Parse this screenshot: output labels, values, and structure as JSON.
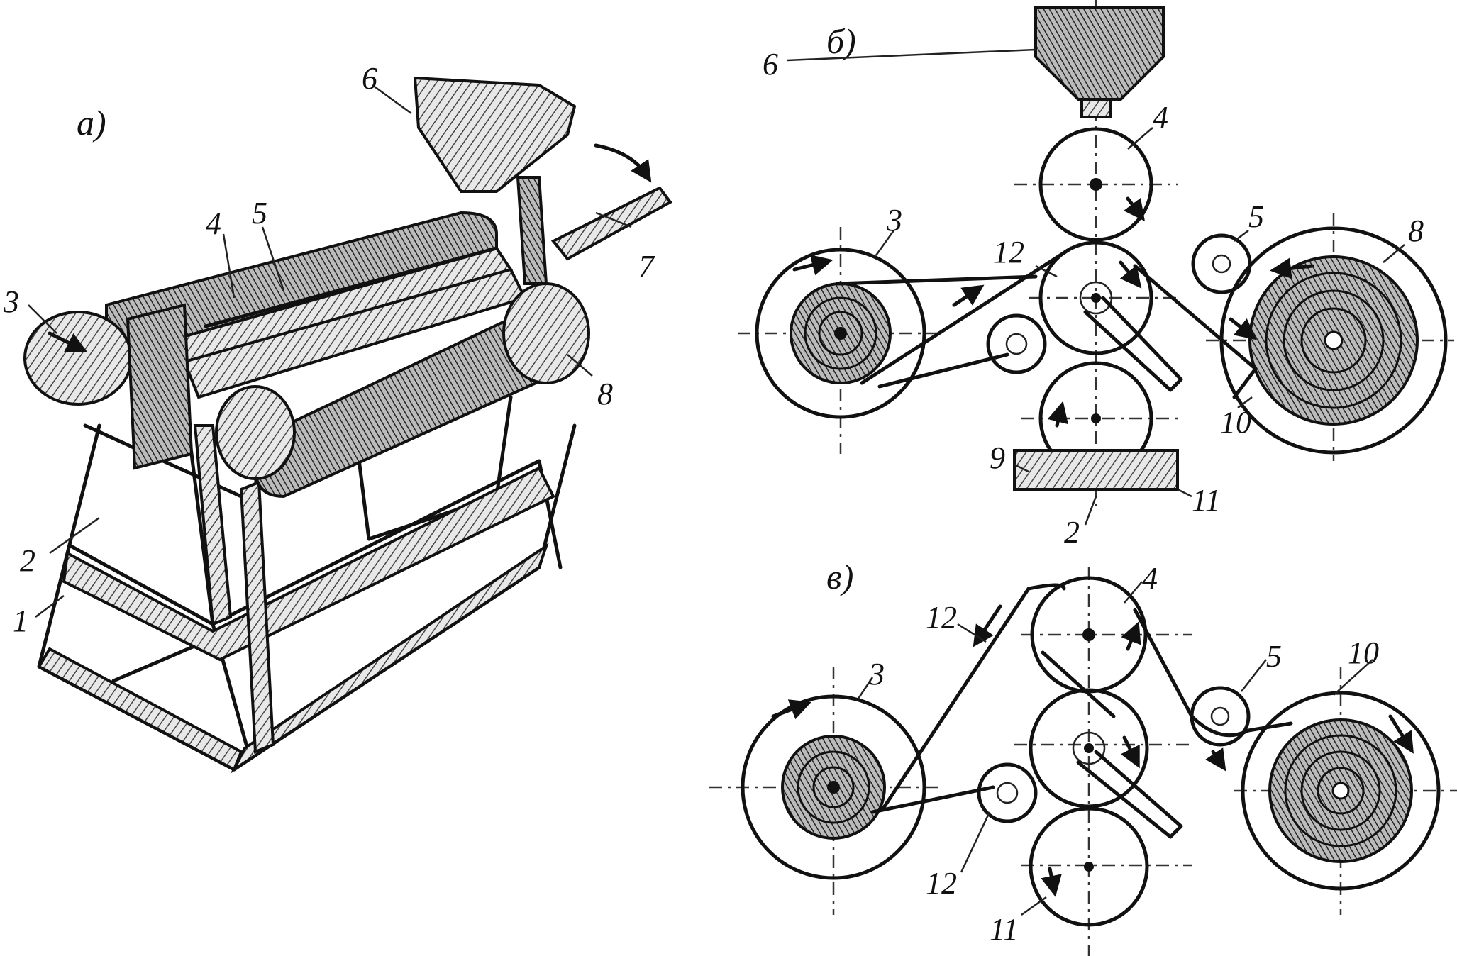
{
  "panels": {
    "a": {
      "label": "a)"
    },
    "b": {
      "label": "б)"
    },
    "c": {
      "label": "в)"
    }
  },
  "labels_a": [
    "1",
    "2",
    "3",
    "4",
    "5",
    "6",
    "7",
    "8"
  ],
  "labels_b": [
    "3",
    "4",
    "5",
    "6",
    "8",
    "9",
    "10",
    "11",
    "12",
    "2"
  ],
  "labels_c": [
    "3",
    "4",
    "5",
    "10",
    "11",
    "12",
    "12"
  ],
  "colors": {
    "ink": "#111111",
    "paper": "#ffffff"
  }
}
